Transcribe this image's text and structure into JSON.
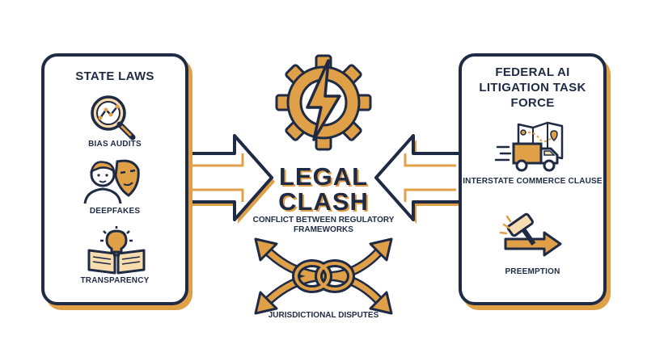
{
  "left_panel": {
    "title": "STATE LAWS",
    "items": [
      {
        "label": "BIAS AUDITS",
        "icon": "magnifier-chart-icon"
      },
      {
        "label": "DEEPFAKES",
        "icon": "face-mask-icon"
      },
      {
        "label": "TRANSPARENCY",
        "icon": "book-lightbulb-icon"
      }
    ]
  },
  "center": {
    "title": "LEGAL CLASH",
    "subtitle": "CONFLICT BETWEEN REGULATORY FRAMEWORKS",
    "top_icon": "gear-lightning-icon",
    "bottom_icon": "tangled-arrows-icon",
    "bottom_label": "JURISDICTIONAL DISPUTES"
  },
  "right_panel": {
    "title": "FEDERAL AI LITIGATION TASK FORCE",
    "items": [
      {
        "label": "INTERSTATE COMMERCE CLAUSE",
        "icon": "truck-map-icon"
      },
      {
        "label": "PREEMPTION",
        "icon": "gavel-arrow-icon"
      }
    ]
  },
  "colors": {
    "navy": "#1f2a44",
    "orange": "#e0a048",
    "light": "#f6dcae"
  }
}
